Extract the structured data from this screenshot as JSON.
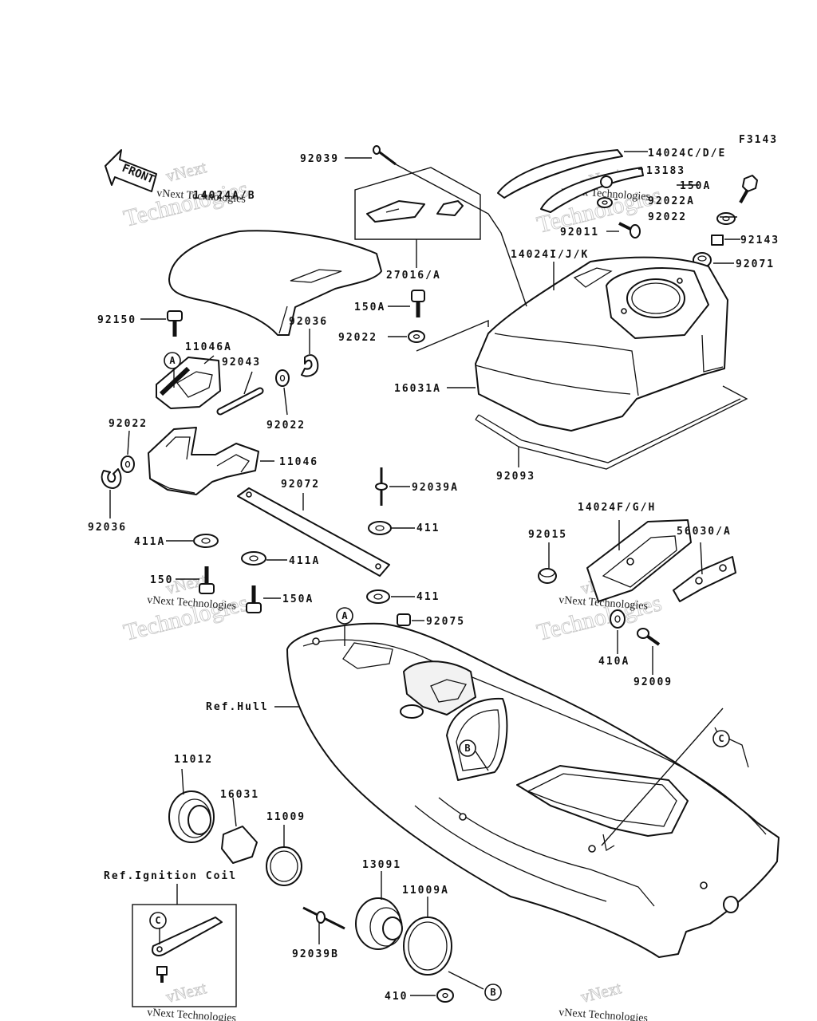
{
  "figure_code": "F3143",
  "front_label": "FRONT",
  "watermark": {
    "line1": "vNext",
    "line2": "Technologies",
    "caption": "vNext Technologies"
  },
  "callouts": {
    "a": "A",
    "b": "B",
    "c": "C"
  },
  "labels": {
    "p92039": "92039",
    "p14024cde": "14024C/D/E",
    "p13183": "13183",
    "p150a_top": "150A",
    "p92022a": "92022A",
    "p92022_right": "92022",
    "p92011": "92011",
    "p92143": "92143",
    "p92071": "92071",
    "p14024ijk": "14024I/J/K",
    "p27016a": "27016/A",
    "p14024ab": "14024A/B",
    "p150a_mid": "150A",
    "p92022_mid": "92022",
    "p92150": "92150",
    "p92036_top": "92036",
    "p11046a": "11046A",
    "p92043": "92043",
    "p92022_left2": "92022",
    "p16031a": "16031A",
    "p92093": "92093",
    "p92022_left": "92022",
    "p11046": "11046",
    "p92072": "92072",
    "p92039a": "92039A",
    "p411_top": "411",
    "p92036_left": "92036",
    "p411a_left": "411A",
    "p411a_mid": "411A",
    "p150": "150",
    "p150a_low": "150A",
    "p411_low": "411",
    "p14024fgh": "14024F/G/H",
    "p92015": "92015",
    "p56030a": "56030/A",
    "p92075": "92075",
    "p410a": "410A",
    "p92009": "92009",
    "ref_hull": "Ref.Hull",
    "p11012": "11012",
    "p16031": "16031",
    "p11009": "11009",
    "ref_ignition": "Ref.Ignition Coil",
    "p13091": "13091",
    "p11009a": "11009A",
    "p92039b": "92039B",
    "p410": "410"
  }
}
